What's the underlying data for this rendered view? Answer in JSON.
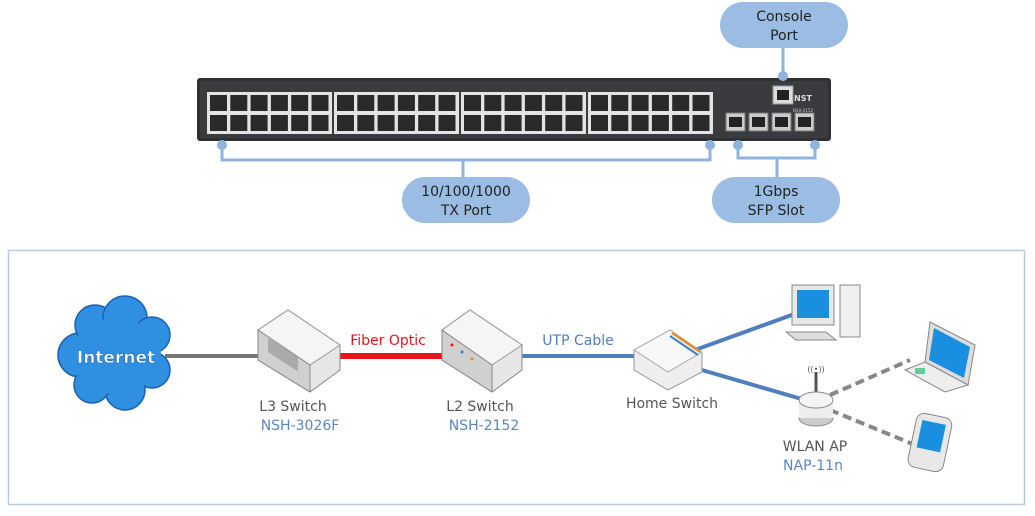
{
  "hardware": {
    "brand": "NST",
    "model": "NSH-2152",
    "callouts": {
      "console": [
        "Console",
        "Port"
      ],
      "tx": [
        "10/100/1000",
        "TX Port"
      ],
      "sfp": [
        "1Gbps",
        "SFP Slot"
      ]
    }
  },
  "topology": {
    "internet": "Internet",
    "l3": {
      "name": "L3 Switch",
      "model": "NSH-3026F"
    },
    "l2": {
      "name": "L2 Switch",
      "model": "NSH-2152"
    },
    "home": {
      "name": "Home Switch"
    },
    "ap": {
      "name": "WLAN AP",
      "model": "NAP-11n"
    },
    "links": {
      "fiber": "Fiber Optic",
      "utp": "UTP Cable"
    }
  },
  "colors": {
    "bubble": "#9bbde3",
    "connector": "#8fb4de",
    "fiber": "#e8141c",
    "utp": "#4f7fbf",
    "model_text": "#5b86c4",
    "frame": "#b9cbe3"
  }
}
